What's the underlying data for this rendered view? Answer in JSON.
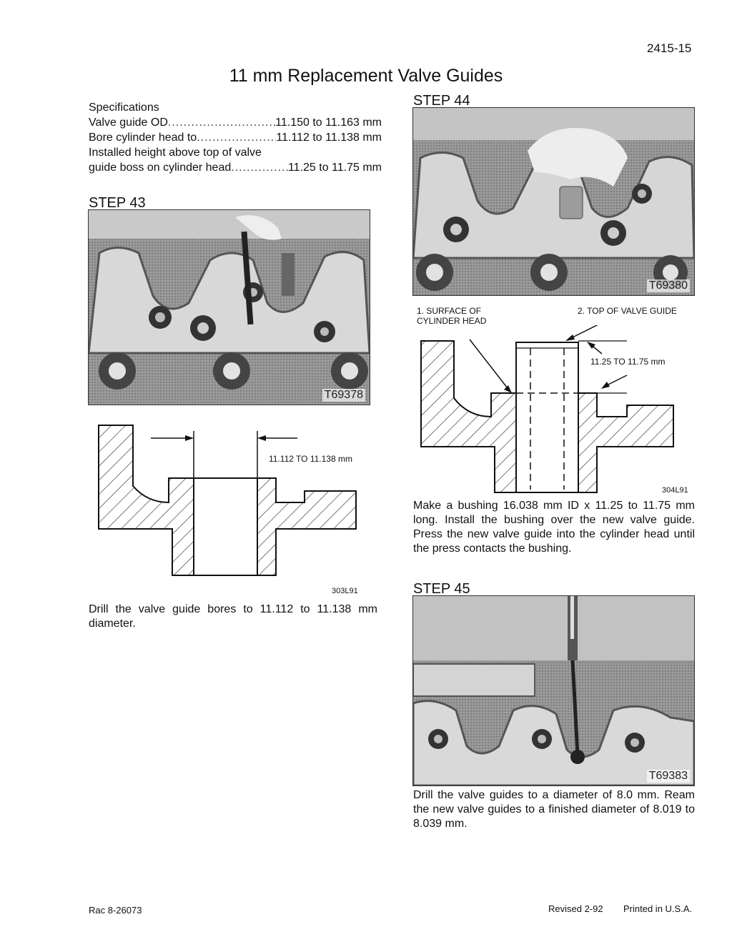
{
  "page_number": "2415-15",
  "title": "11 mm Replacement Valve Guides",
  "specifications": {
    "heading": "Specifications",
    "rows": [
      {
        "label": "Valve guide OD",
        "value": "11.150 to 11.163 mm"
      },
      {
        "label": "Bore cylinder head to",
        "value": "11.112 to 11.138 mm"
      }
    ],
    "installed_line1": "Installed height above top of valve",
    "installed_label": "guide boss on cylinder head",
    "installed_value": "11.25 to 11.75 mm"
  },
  "step43": {
    "heading": "STEP 43",
    "photo_code": "T69378",
    "dimension_label": "11.112 TO 11.138 mm",
    "figure_code": "303L91",
    "text": "Drill the valve guide bores to 11.112 to 11.138 mm diameter."
  },
  "step44": {
    "heading": "STEP 44",
    "photo_code": "T69380",
    "callout1_line1": "1. SURFACE OF",
    "callout1_line2": "CYLINDER HEAD",
    "callout2": "2. TOP OF VALVE GUIDE",
    "dimension_label": "11.25 TO 11.75 mm",
    "figure_code": "304L91",
    "text": "Make a bushing 16.038 mm ID x 11.25 to 11.75 mm long. Install the bushing over the new valve guide. Press the new valve guide into the cylinder head until the press contacts the bushing."
  },
  "step45": {
    "heading": "STEP 45",
    "photo_code": "T69383",
    "text": "Drill the valve guides to a diameter of 8.0 mm. Ream the new valve guides to a finished diameter of 8.019 to 8.039 mm."
  },
  "footer": {
    "left": "Rac 8-26073",
    "revised": "Revised 2-92",
    "printed": "Printed in U.S.A."
  }
}
